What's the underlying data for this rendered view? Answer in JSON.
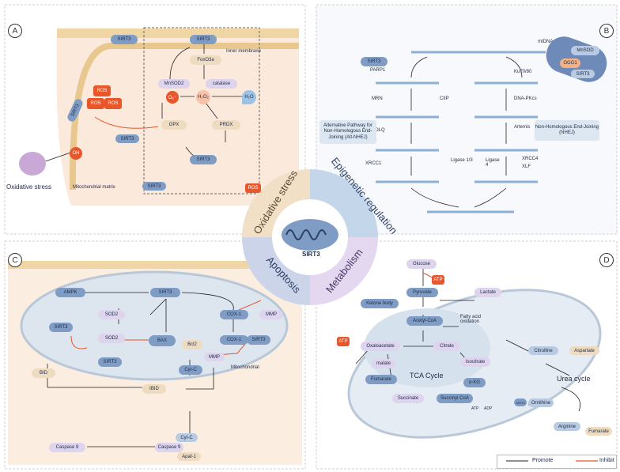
{
  "panels": [
    {
      "letter": "A"
    },
    {
      "letter": "B"
    },
    {
      "letter": "C"
    },
    {
      "letter": "D"
    }
  ],
  "center": {
    "label": "SIRT3",
    "quadrants": [
      "Oxidative stress",
      "Epigenetic regulation",
      "Apoptosis",
      "Metabolism"
    ]
  },
  "panel_a": {
    "sirt3": "SIRT3",
    "inner_membrane": "Inner membrane",
    "foxo3a": "FoxO3a",
    "mnsod2": "MnSOD2",
    "catalase": "catalase",
    "o2": "O₂⁻",
    "h2o2": "H₂O₂",
    "h2o": "H₂O",
    "gpx": "GPX",
    "prdx": "PRDX",
    "ros": "ROS",
    "oh": "OH",
    "oxidative_stress": "Oxidative stress",
    "matrix": "Mitochondrial matrix"
  },
  "panel_b": {
    "sirt3": "SIRT3",
    "mtdna": "mtDNA",
    "mnsod": "MnSOD",
    "ogg1": "OGG1",
    "parp1": "PARP1",
    "mrn": "MRN",
    "ctip": "CtIP",
    "polq": "POLQ",
    "xrcc1": "XRCC1",
    "ligase13": "Ligase 1/3",
    "ku": "Ku70/80",
    "dnapkcs": "DNA-PKcs",
    "artemis": "Artemis",
    "ligase4": "Ligase 4",
    "xrcc4": "XRCC4",
    "xlf": "XLF",
    "altnhej": "Alternative Pathway for Non-Homologous End-Joining (Alt-NHEJ)",
    "nhej": "Non-Homologous End-Joining (NHEJ)"
  },
  "panel_c": {
    "ampk": "AMPK",
    "sirt3": "SIRT3",
    "sod2": "SOD2",
    "cox1": "COX-1",
    "mmp": "MMP",
    "bax": "BAX",
    "bcl2": "Bcl2",
    "cytc": "Cyt-C",
    "bid": "BID",
    "tbid": "tBID",
    "caspase9": "Caspase 9",
    "apaf1": "Apaf-1",
    "mito": "Mitochondrial"
  },
  "panel_d": {
    "glucose": "Glucose",
    "atp": "ATP",
    "pyruvate": "Pyruvate",
    "lactate": "Lactate",
    "ketone": "Ketone body",
    "acetylcoa": "Acetyl-CoA",
    "fao": "Fatty acid oxidation",
    "oxaloacetate": "Oxaloacetate",
    "citrate": "Citrate",
    "malate": "malate",
    "isocitrate": "Isocitrate",
    "tca": "TCA Cycle",
    "fumarate": "Fumarate",
    "akg": "α-KG",
    "succinate": "Succinate",
    "succoa": "Succinyl CoA",
    "urea": "Urea cycle",
    "ornithine": "Ornithine",
    "arginine": "Arginine",
    "aspartate": "Aspartate",
    "citrulline": "Citrulline",
    "fumarate2": "Fumarate",
    "sirt3": "SIRT3",
    "adp": "ADP"
  },
  "legend": {
    "promote": "Promote",
    "inhibit": "Inhibit"
  },
  "colors": {
    "promote": "#222222",
    "inhibit": "#e8562a",
    "sirt3": "#7f9cc4"
  }
}
